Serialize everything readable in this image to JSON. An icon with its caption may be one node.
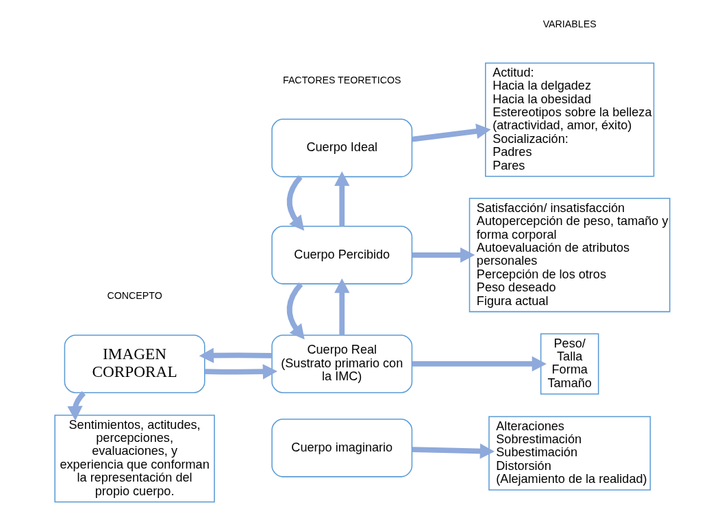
{
  "diagram": {
    "nodes": [
      {
        "text": [
          "IMAGEN CORPORAL"
        ]
      },
      {
        "text": [
          "Sentimientos, actitudes, percepciones, evaluaciones, y experiencia que conforman la representación del propio cuerpo."
        ]
      },
      {
        "text": [
          "Cuerpo Ideal"
        ]
      },
      {
        "text": [
          "Cuerpo Percibido"
        ]
      },
      {
        "text": [
          "Cuerpo Real",
          "(Sustrato primario con la IMC)"
        ]
      },
      {
        "text": [
          "Cuerpo imaginario"
        ]
      },
      {
        "text": [
          "Actitud:",
          "Hacia la delgadez",
          "Hacia la obesidad",
          "Estereotipos sobre la belleza",
          "(atractividad, amor, éxito)",
          "Socialización:",
          "Padres",
          "Pares"
        ]
      },
      {
        "text": [
          "Satisfacción/ insatisfacción",
          "Autopercepción de peso, tamaño y forma corporal",
          "Autoevaluación de atributos personales",
          "Percepción de los otros",
          "Peso deseado",
          "Figura actual"
        ]
      },
      {
        "text": [
          "Peso/",
          "Talla",
          "Forma",
          "Tamaño"
        ]
      },
      {
        "text": [
          "Alteraciones",
          "Sobrestimación",
          "Subestimación",
          "Distorsión",
          "(Alejamiento de la realidad)"
        ]
      }
    ],
    "edges": [
      {
        "from": 2,
        "to": 6,
        "arrow": "to"
      },
      {
        "from": 3,
        "to": 2,
        "arrow": "to"
      },
      {
        "from": 2,
        "to": 3,
        "arrow": "to"
      },
      {
        "from": 3,
        "to": 7,
        "arrow": "to"
      },
      {
        "from": 4,
        "to": 3,
        "arrow": "to"
      },
      {
        "from": 3,
        "to": 4,
        "arrow": "to"
      },
      {
        "from": 4,
        "to": 0,
        "arrow": "to"
      },
      {
        "from": 0,
        "to": 4,
        "arrow": "to"
      },
      {
        "from": 4,
        "to": 8,
        "arrow": "to"
      },
      {
        "from": 5,
        "to": 9,
        "arrow": "to"
      },
      {
        "from": 0,
        "to": 1,
        "arrow": "to"
      }
    ],
    "labels": [
      "CONCEPTO",
      "FACTORES TEORETICOS",
      "VARIABLES"
    ]
  }
}
